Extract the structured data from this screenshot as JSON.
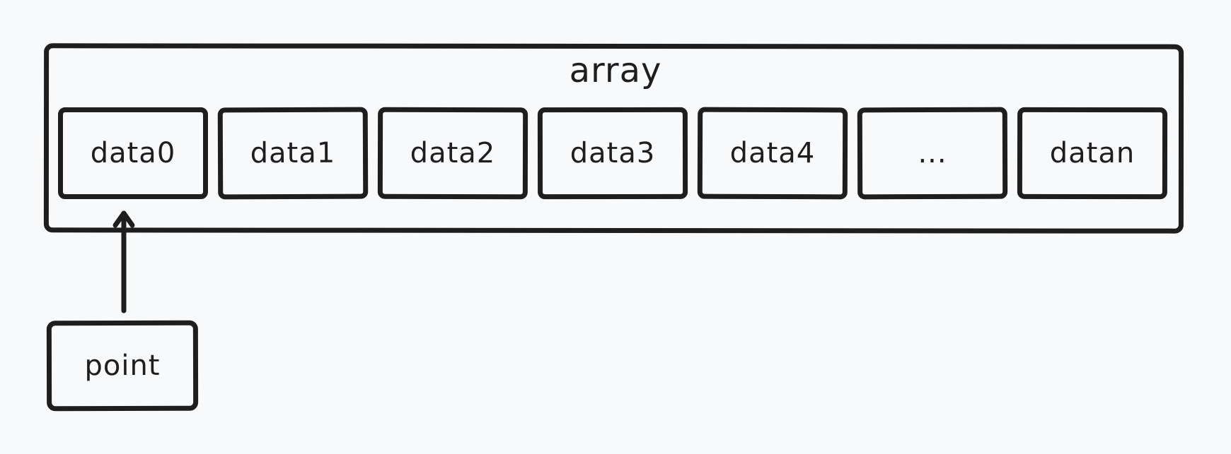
{
  "diagram": {
    "array_label": "array",
    "cells": [
      {
        "label": "data0"
      },
      {
        "label": "data1"
      },
      {
        "label": "data2"
      },
      {
        "label": "data3"
      },
      {
        "label": "data4"
      },
      {
        "label": "..."
      },
      {
        "label": "datan"
      }
    ],
    "pointer_label": "point"
  }
}
